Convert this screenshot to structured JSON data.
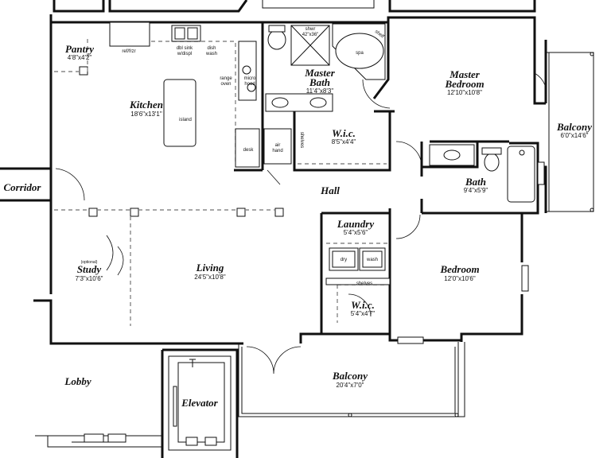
{
  "rooms": {
    "pantry": {
      "name": "Pantry",
      "dims": "4'8\"x4'2\""
    },
    "kitchen": {
      "name": "Kitchen",
      "dims": "18'6\"x13'1\""
    },
    "master_bath": {
      "name1": "Master",
      "name2": "Bath",
      "dims": "11'4\"x8'3\""
    },
    "master_bedroom": {
      "name1": "Master",
      "name2": "Bedroom",
      "dims": "12'10\"x10'8\""
    },
    "balcony_right": {
      "name": "Balcony",
      "dims": "6'0\"x14'6\""
    },
    "wic_master": {
      "name": "W.i.c.",
      "dims": "8'5\"x4'4\""
    },
    "bath": {
      "name": "Bath",
      "dims": "9'4\"x5'9\""
    },
    "corridor": {
      "name": "Corridor"
    },
    "hall": {
      "name": "Hall"
    },
    "laundry": {
      "name": "Laundry",
      "dims": "5'4\"x5'6\""
    },
    "study": {
      "note": "(optional)",
      "name": "Study",
      "dims": "7'3\"x10'6\""
    },
    "living": {
      "name": "Living",
      "dims": "24'5\"x10'8\""
    },
    "bedroom": {
      "name": "Bedroom",
      "dims": "12'0\"x10'6\""
    },
    "wic_bedroom": {
      "name": "W.i.c.",
      "dims": "5'4\"x4'7\""
    },
    "lobby": {
      "name": "Lobby"
    },
    "balcony_bottom": {
      "name": "Balcony",
      "dims": "20'4\"x7'0\""
    },
    "elevator": {
      "name": "Elevator"
    }
  },
  "fixtures": {
    "ref": "ref/frzr",
    "sink_1": "dbl sink",
    "sink_2": "w/displ",
    "dish_1": "dish",
    "dish_2": "wash",
    "range_1": "range",
    "range_2": "oven",
    "micro_1": "micro",
    "micro_2": "hood",
    "island": "island",
    "desk": "desk",
    "airhand_1": "air",
    "airhand_2": "hand",
    "shower_1": "shwr",
    "shower_2": "42\"x36\"",
    "spa": "spa",
    "shelf": "shelf",
    "shelves_wic": "shelves",
    "shelves_bed": "shelves",
    "dry": "dry",
    "wash": "wash"
  }
}
